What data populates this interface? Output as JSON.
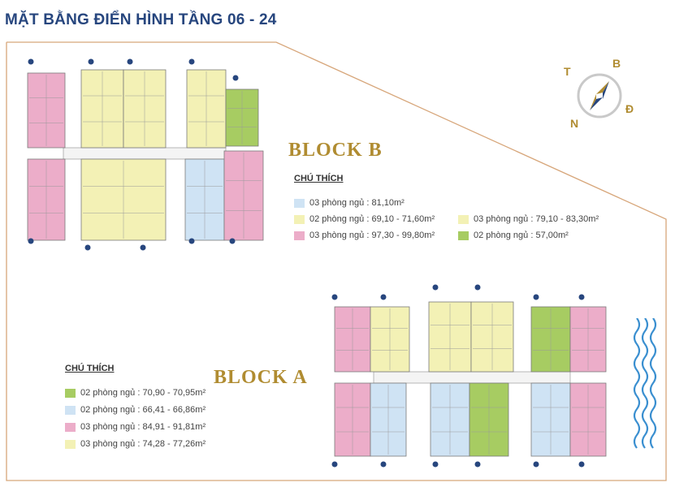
{
  "page": {
    "title": "MẶT BẰNG ĐIỂN HÌNH TẦNG 06 - 24"
  },
  "compass": {
    "t": "T",
    "b": "B",
    "d": "Đ",
    "n": "N"
  },
  "colors": {
    "blue": "#cfe3f4",
    "yellow": "#f3f1b5",
    "pink": "#ecadc9",
    "green": "#a7cc62",
    "title": "#27467e",
    "gold": "#b08c31",
    "outline": "#d7a67a"
  },
  "blockB": {
    "title": "BLOCK B",
    "legend_title": "CHÚ THÍCH",
    "legend": [
      {
        "label": "03 phòng ngủ : 81,10m²",
        "color": "blue"
      },
      {
        "label": "02 phòng ngủ : 69,10 - 71,60m²",
        "color": "yellow"
      },
      {
        "label": "03 phòng ngủ : 97,30 - 99,80m²",
        "color": "pink"
      },
      {
        "label": "03 phòng ngủ : 79,10 - 83,30m²",
        "color": "yellow"
      },
      {
        "label": "02 phòng ngủ : 57,00m²",
        "color": "green"
      }
    ]
  },
  "blockA": {
    "title": "BLOCK A",
    "legend_title": "CHÚ THÍCH",
    "legend": [
      {
        "label": "02 phòng ngủ : 70,90 - 70,95m²",
        "color": "green"
      },
      {
        "label": "02 phòng ngủ : 66,41 - 66,86m²",
        "color": "blue"
      },
      {
        "label": "03 phòng ngủ : 84,91 - 91,81m²",
        "color": "pink"
      },
      {
        "label": "03 phòng ngủ : 74,28 - 77,26m²",
        "color": "yellow"
      }
    ]
  }
}
